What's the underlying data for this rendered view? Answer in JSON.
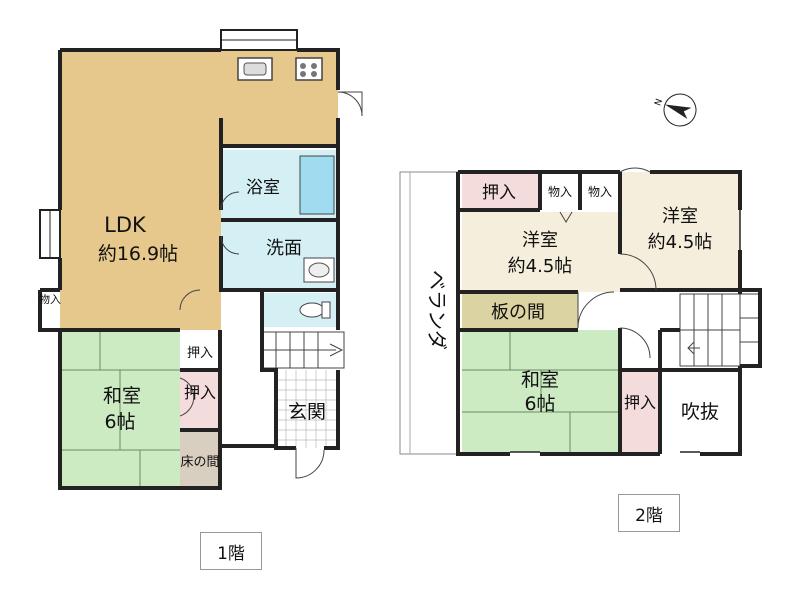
{
  "floor1": {
    "label": "1階",
    "rooms": {
      "ldk_name": "LDK",
      "ldk_size": "約16.9帖",
      "bath": "浴室",
      "washroom": "洗面",
      "storage_small": "物入",
      "oshiire_small": "押入",
      "oshiire": "押入",
      "washitsu_name": "和室",
      "washitsu_size": "6帖",
      "toko": "床の間",
      "entrance": "玄関"
    }
  },
  "floor2": {
    "label": "2階",
    "rooms": {
      "veranda": "ベランダ",
      "oshiire_top": "押入",
      "monoire_a": "物入",
      "monoire_b": "物入",
      "yoshitsu1_name": "洋室",
      "yoshitsu1_size": "約4.5帖",
      "yoshitsu2_name": "洋室",
      "yoshitsu2_size": "約4.5帖",
      "itanoma": "板の間",
      "washitsu_name": "和室",
      "washitsu_size": "6帖",
      "oshiire": "押入",
      "fukinuke": "吹抜"
    }
  },
  "colors": {
    "ldk": "#e6c88c",
    "washitsu": "#cdebc3",
    "wet": "#d4f0f4",
    "yoshitsu": "#f6eedc",
    "oshiire": "#f4dcdc",
    "toko": "#d9cfc0",
    "itanoma": "#dcd3a2",
    "wall": "#222222"
  },
  "compass": {
    "icon": "north-arrow-icon",
    "letter": "N"
  }
}
